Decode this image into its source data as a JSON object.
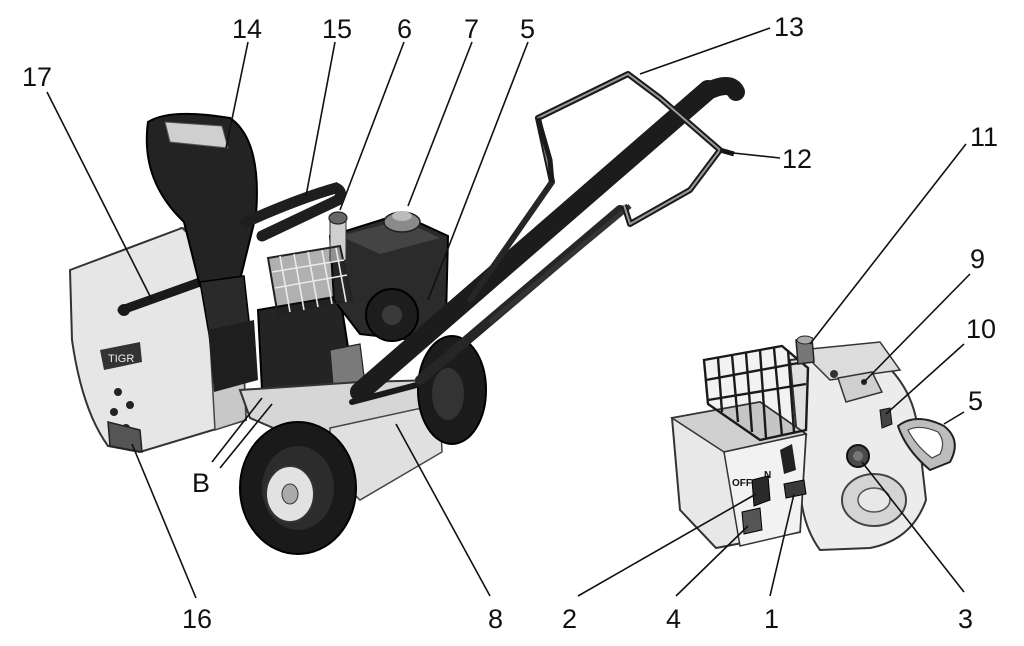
{
  "labels": {
    "n1": "1",
    "n2": "2",
    "n3": "3",
    "n4": "4",
    "n5a": "5",
    "n5b": "5",
    "n6": "6",
    "n7": "7",
    "n8": "8",
    "n9": "9",
    "n10": "10",
    "n11": "11",
    "n12": "12",
    "n13": "13",
    "n14": "14",
    "n15": "15",
    "n16": "16",
    "n17": "17",
    "nB": "B"
  },
  "panel": {
    "off_text": "OFF",
    "on_text": "N",
    "brand_text": "TIGR"
  },
  "colors": {
    "dark_part": "#1c1c1c",
    "mid_part": "#5a5a5a",
    "light_part": "#d9d9d9",
    "housing": "#e4e4e4"
  }
}
